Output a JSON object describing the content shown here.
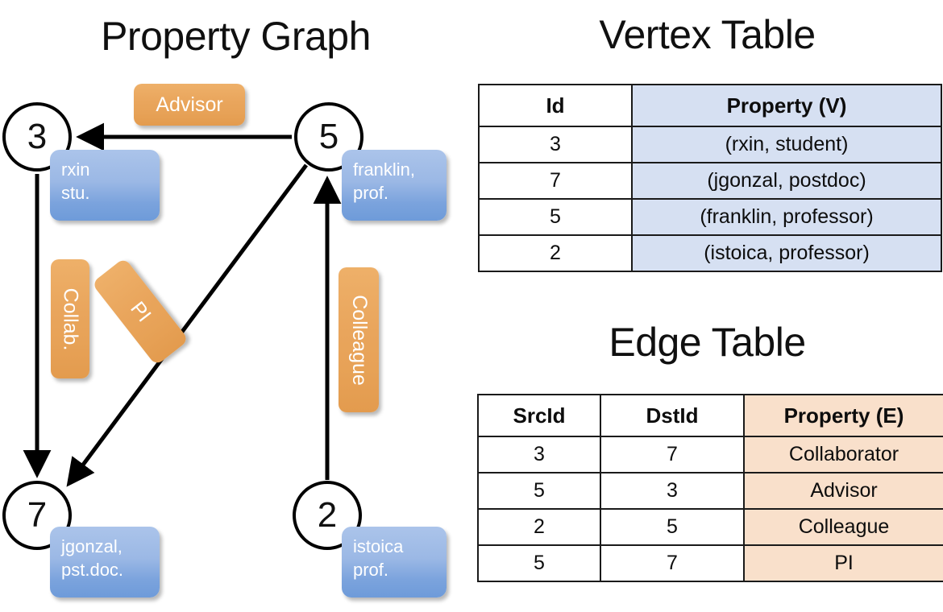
{
  "titles": {
    "property_graph": "Property Graph",
    "vertex_table": "Vertex Table",
    "edge_table": "Edge Table"
  },
  "graph": {
    "nodes": [
      {
        "id": "3",
        "label": "3",
        "property_lines": [
          "rxin",
          "stu."
        ]
      },
      {
        "id": "5",
        "label": "5",
        "property_lines": [
          "franklin,",
          "prof."
        ]
      },
      {
        "id": "7",
        "label": "7",
        "property_lines": [
          "jgonzal,",
          "pst.doc."
        ]
      },
      {
        "id": "2",
        "label": "2",
        "property_lines": [
          "istoica",
          "prof."
        ]
      }
    ],
    "edges": [
      {
        "src": "5",
        "dst": "3",
        "label": "Advisor"
      },
      {
        "src": "3",
        "dst": "7",
        "label": "Collab."
      },
      {
        "src": "5",
        "dst": "7",
        "label": "PI"
      },
      {
        "src": "2",
        "dst": "5",
        "label": "Colleague"
      }
    ],
    "edge_labels": {
      "advisor": "Advisor",
      "collab": "Collab.",
      "pi": "PI",
      "colleague": "Colleague"
    }
  },
  "vertex_table": {
    "headers": [
      "Id",
      "Property (V)"
    ],
    "rows": [
      [
        "3",
        "(rxin, student)"
      ],
      [
        "7",
        "(jgonzal, postdoc)"
      ],
      [
        "5",
        "(franklin, professor)"
      ],
      [
        "2",
        "(istoica, professor)"
      ]
    ]
  },
  "edge_table": {
    "headers": [
      "SrcId",
      "DstId",
      "Property (E)"
    ],
    "rows": [
      [
        "3",
        "7",
        "Collaborator"
      ],
      [
        "5",
        "3",
        "Advisor"
      ],
      [
        "2",
        "5",
        "Colleague"
      ],
      [
        "5",
        "7",
        "PI"
      ]
    ]
  },
  "colors": {
    "vertex_property_header_bg": "#d6e0f2",
    "edge_property_header_bg": "#f9e0cb",
    "node_callout_blue": "#7ba3dd",
    "edge_label_orange": "#e9a55c",
    "stroke": "#000000",
    "background": "#ffffff"
  }
}
